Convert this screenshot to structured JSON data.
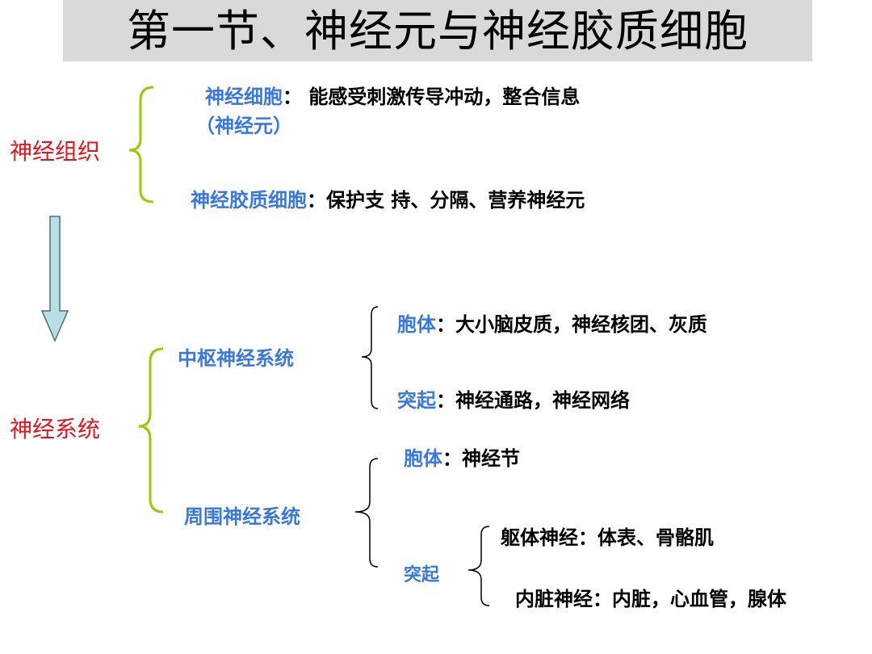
{
  "title": "第一节、神经元与神经胶质细胞",
  "tissue": {
    "label": "神经组织",
    "neuron": {
      "term": "神经细胞",
      "sep": "：",
      "desc": "能感受刺激传导冲动，整合信息",
      "alias": "（神经元）"
    },
    "glia": {
      "term": "神经胶质细胞",
      "sep": "：",
      "desc": "保护支 持、分隔、营养神经元"
    }
  },
  "system": {
    "label": "神经系统",
    "cns": {
      "label": "中枢神经系统",
      "soma": {
        "term": "胞体",
        "sep": "：",
        "desc": "大小脑皮质，神经核团、灰质"
      },
      "process": {
        "term": "突起",
        "sep": "：",
        "desc": "神经通路，神经网络"
      }
    },
    "pns": {
      "label": "周围神经系统",
      "soma": {
        "term": "胞体",
        "sep": "：",
        "desc": "神经节"
      },
      "process": {
        "term": "突起",
        "somatic": "躯体神经：体表、骨骼肌",
        "visceral": "内脏神经：内脏，心血管，腺体"
      }
    }
  },
  "colors": {
    "accent_red": "#e8141c",
    "term_blue": "#3878e0",
    "brace_green": "#99cc00",
    "arrow_fill": "#b8dfe3",
    "title_bg": "#d9d9d9"
  }
}
